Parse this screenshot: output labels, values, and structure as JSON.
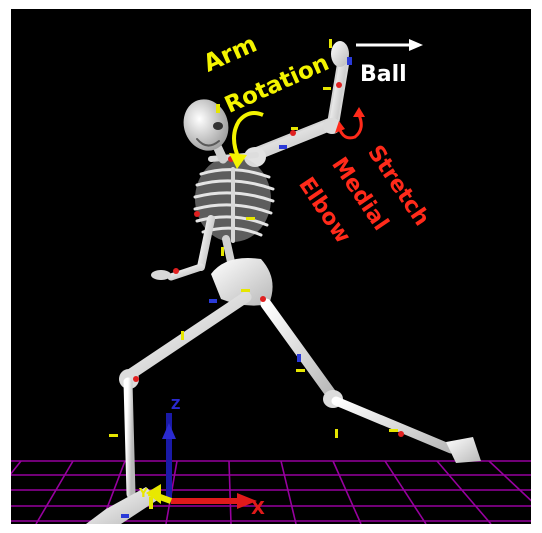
{
  "annotations": {
    "arm": "Arm",
    "rotation": "Rotation",
    "ball": "Ball",
    "elbow": "Elbow",
    "medial": "Medial",
    "stretch": "Stretch"
  },
  "colors": {
    "arm_rotation": "#f4f400",
    "ball": "#ffffff",
    "elbow_stretch": "#ff2a1a",
    "grid": "#b000b0",
    "bone": "#e8e8e8",
    "axis_z": "#1a1aa8",
    "axis_x": "#e01a1a",
    "axis_y": "#e8e800"
  },
  "axes": {
    "x": "X",
    "y": "Y",
    "z": "Z"
  },
  "icons": {
    "rotation_arrow": "curved-arrow-icon",
    "ball_direction": "right-arrow-icon",
    "stretch_arrow": "curved-double-arrow-icon"
  }
}
